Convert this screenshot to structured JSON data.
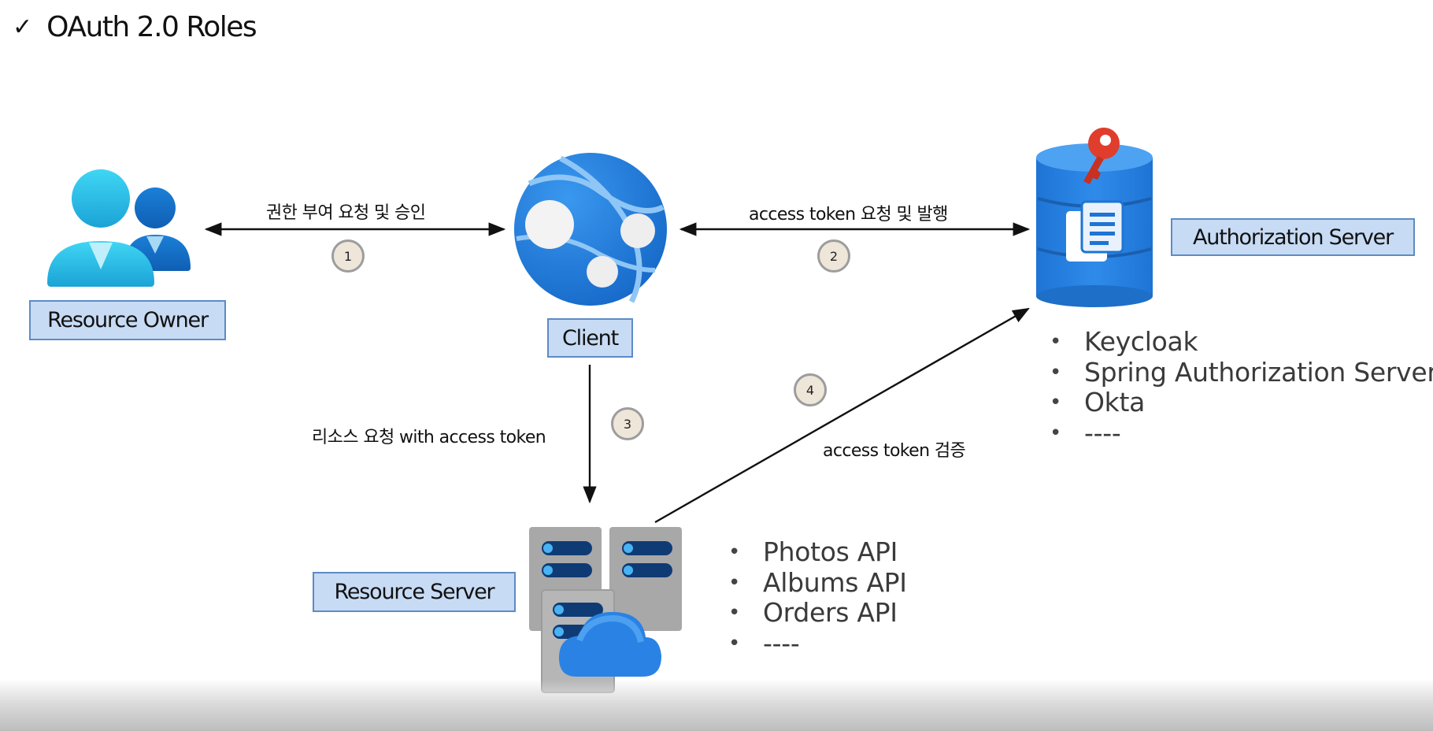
{
  "title": {
    "check_glyph": "✓",
    "text": "OAuth 2.0 Roles"
  },
  "roles": {
    "resource_owner": "Resource Owner",
    "client": "Client",
    "authorization_server": "Authorization Server",
    "resource_server": "Resource Server"
  },
  "flows": [
    {
      "step": "1",
      "label": "권한 부여 요청 및 승인"
    },
    {
      "step": "2",
      "label": "access token 요청 및 발행"
    },
    {
      "step": "3",
      "label": "리소스 요청 with access token"
    },
    {
      "step": "4",
      "label": "access token 검증"
    }
  ],
  "authorization_server_examples": [
    "Keycloak",
    "Spring Authorization Server",
    "Okta",
    "----"
  ],
  "resource_server_examples": [
    "Photos API",
    "Albums API",
    "Orders API",
    "----"
  ],
  "icons": {
    "resource_owner": "users-icon",
    "client": "web-app-globe-icon",
    "authorization_server": "database-key-icon",
    "resource_server": "server-cloud-icon"
  },
  "colors": {
    "role_box_fill": "#c7dbf4",
    "role_box_border": "#5d8bc4",
    "icon_blue": "#2a7fe0",
    "key_red": "#e03d2c",
    "step_fill": "#efe6da"
  }
}
